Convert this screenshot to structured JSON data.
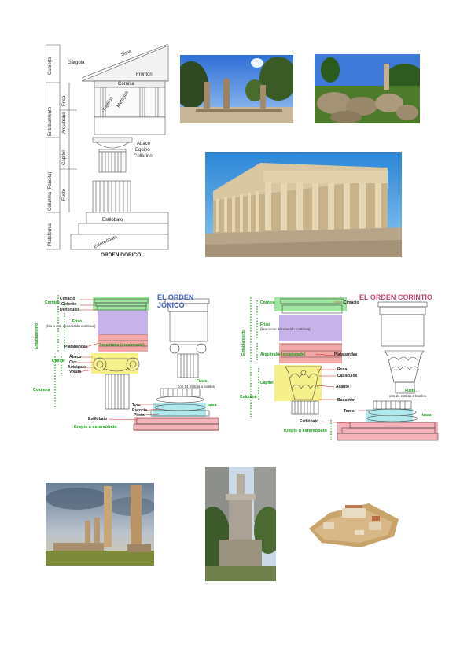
{
  "doric": {
    "title": "ORDEN DORICO",
    "sections": [
      "Cubierta",
      "Entablamento",
      "Columna (Fandila)",
      "Plataforma"
    ],
    "sub_sections": [
      "Friso",
      "Arquitrabe",
      "Capitel",
      "Fuste"
    ],
    "labels": {
      "gargola": "Gárgola",
      "sima": "Sima",
      "fronton": "Frontón",
      "cornisa": "Cornisa",
      "triglifos": "Triglifos",
      "metopas": "Metopas",
      "abaco": "Abaco",
      "equino": "Equino",
      "collarino": "Collarino",
      "estilobato": "Estilóbato",
      "estereobato": "Estereóbato"
    }
  },
  "ionic": {
    "title": "EL ORDEN JÓNICO",
    "labels": {
      "cimacio": "Cimacio",
      "cornisa": "Cornisa",
      "goterón": "Goterón",
      "denticulos": "Denticulos",
      "friso": "Friso",
      "friso_note": "(liso o con decoración continua)",
      "platabandas": "Platabandas",
      "arquitrabe": "Arquitrabe (escalonado)",
      "abaco": "Ábaco",
      "ovo": "Ovo",
      "astragalo": "Astrágalo",
      "voluta": "Voluta",
      "capitel": "Capitel",
      "fuste": "Fuste,",
      "fuste_note": "con 24 estrías a listeles",
      "toro": "Toro",
      "escocia": "Escocia",
      "plinto": "Plinto",
      "basa": "basa",
      "estilobato": "Estilóbato",
      "krepis": "Krepis o estereóbato",
      "entablamento": "Entablamento",
      "columna": "Columna"
    }
  },
  "corinthian": {
    "title": "EL ORDEN CORINTIO",
    "labels": {
      "cornisa": "Cornisa",
      "cimacio": "Cimacio",
      "friso": "Friso",
      "friso_note": "(liso o con decoración continua)",
      "arquitrabe": "Arquitrabe (escalonado)",
      "platabandas": "Platabandas",
      "rosa": "Rosa",
      "caulículos": "Caulículos",
      "acanto": "Acanto",
      "capitel": "Capitel",
      "fuste": "Fuste,",
      "fuste_note": "con 24 estrías a listeles",
      "baquetón": "Baquetón",
      "toros": "Toros",
      "basa": "basa",
      "estilobato": "Estilóbato",
      "krepis": "Krepis o estereóbato",
      "entablamento": "Entablamento",
      "columna": "Columna"
    }
  },
  "colors": {
    "green": "#9fe7a0",
    "purple": "#c7b3ea",
    "salmon": "#f4a7a7",
    "yellow": "#f6f08a",
    "cyan": "#aee9ee",
    "pink": "#f6b2b9",
    "sky": "#3c86d9",
    "ionic_title": "#3f5db8",
    "cor_title": "#c2456e"
  }
}
